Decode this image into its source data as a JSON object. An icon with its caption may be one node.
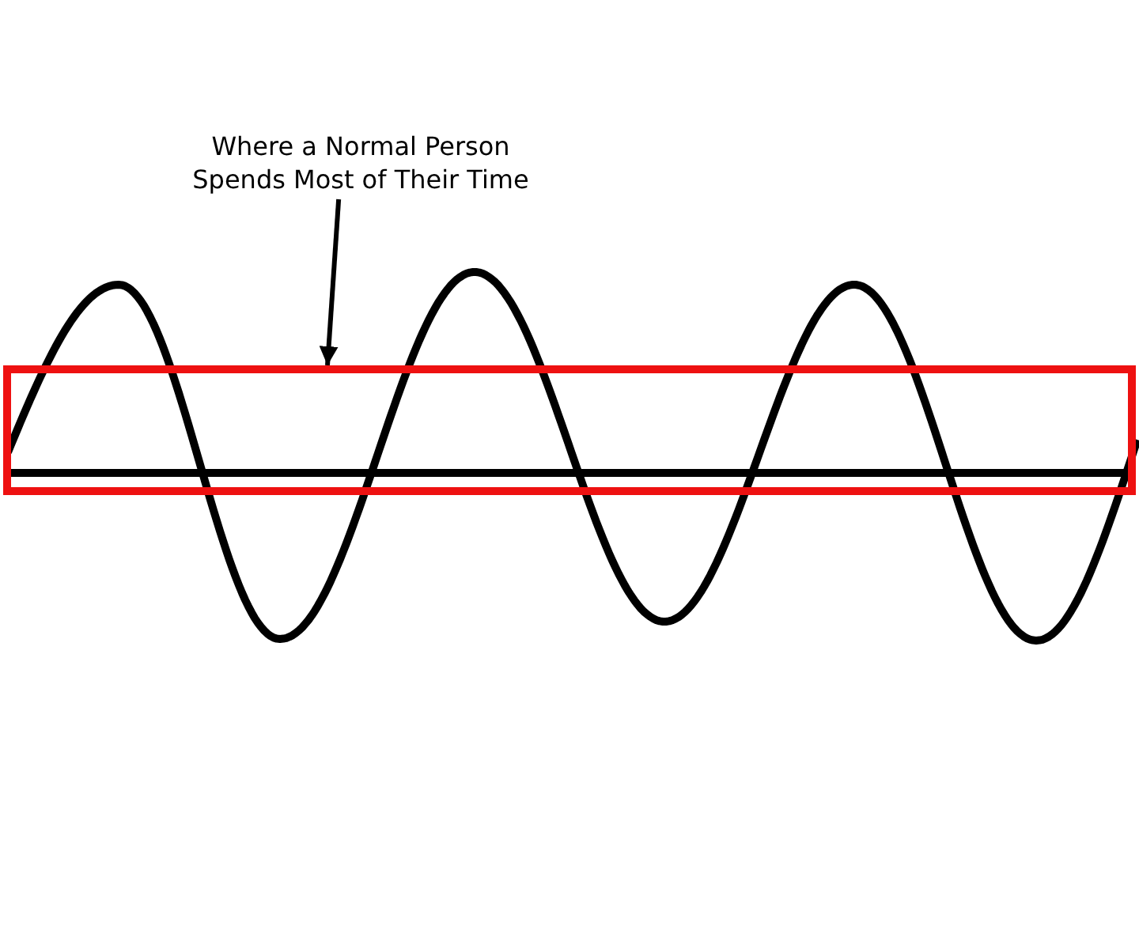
{
  "diagram": {
    "nodes": [
      {
        "text": [
          "Where a Normal Person Spends Most of Their Time"
        ]
      },
      {
        "text": [],
        "shape": "box"
      }
    ],
    "edges": [
      {
        "from": 0,
        "to": 1,
        "arrow": "to"
      }
    ]
  }
}
